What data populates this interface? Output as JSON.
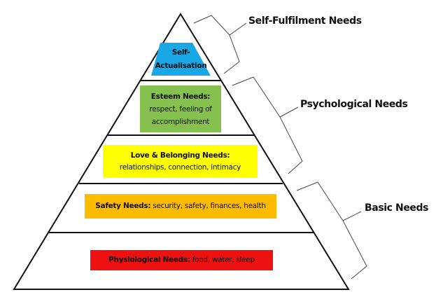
{
  "pyramid": {
    "levels": [
      {
        "title": "Self-",
        "title2": "Actualisation",
        "color": "#1aa7e6"
      },
      {
        "title": "Esteem Needs:",
        "line1": "respect, feeling of",
        "line2": "accomplishment",
        "color": "#86c04f"
      },
      {
        "title": "Love & Belonging Needs:",
        "line1": "relationships, connection, intimacy",
        "color": "#ffff00"
      },
      {
        "title": "Safety Needs:",
        "line1": " security, safety, finances, health",
        "color": "#ffbb00"
      },
      {
        "title": "Physiological Needs:",
        "line1": " food, water, sleep",
        "color": "#ee1111"
      }
    ]
  },
  "groups": {
    "self_fulfilment": "Self-Fulfilment Needs",
    "psychological": "Psychological Needs",
    "basic": "Basic Needs"
  }
}
